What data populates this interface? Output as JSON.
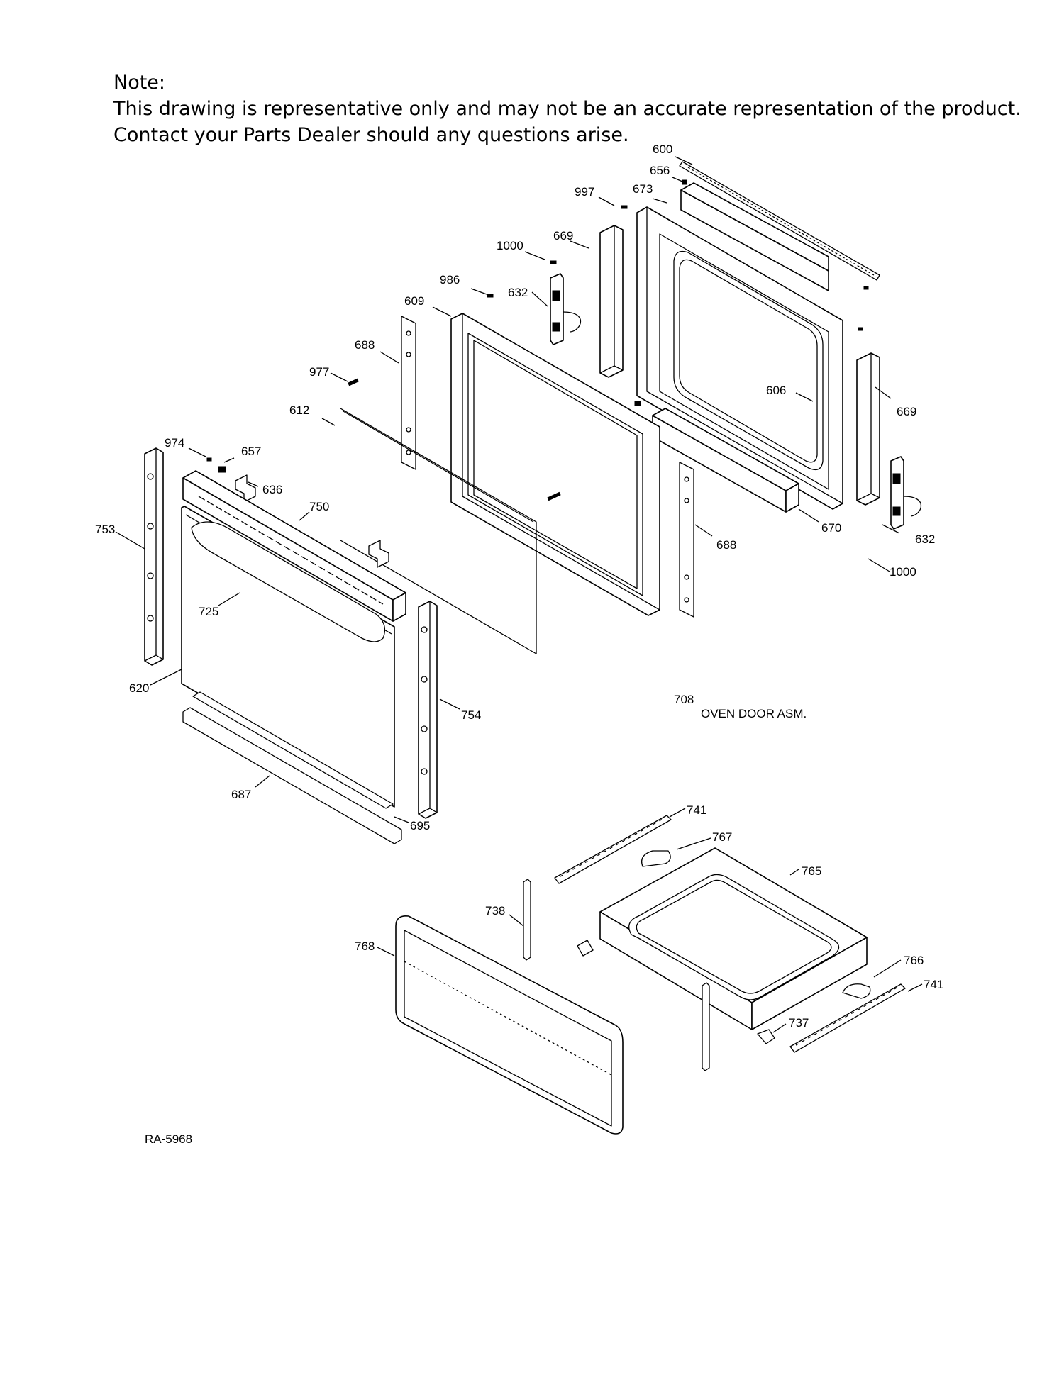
{
  "note": {
    "heading": "Note:",
    "line1": "This drawing is representative only and may not be an accurate representation of the product.",
    "line2": "Contact your Parts Dealer should any questions arise."
  },
  "assembly": {
    "number": "708",
    "name": "OVEN DOOR ASM."
  },
  "drawing_id": "RA-5968",
  "callouts": [
    "600",
    "656",
    "997",
    "673",
    "669",
    "1000",
    "986",
    "632",
    "609",
    "688",
    "977",
    "612",
    "606",
    "669",
    "974",
    "657",
    "636",
    "750",
    "753",
    "670",
    "632",
    "688",
    "1000",
    "725",
    "620",
    "754",
    "687",
    "695",
    "741",
    "767",
    "765",
    "738",
    "768",
    "766",
    "741",
    "737"
  ]
}
